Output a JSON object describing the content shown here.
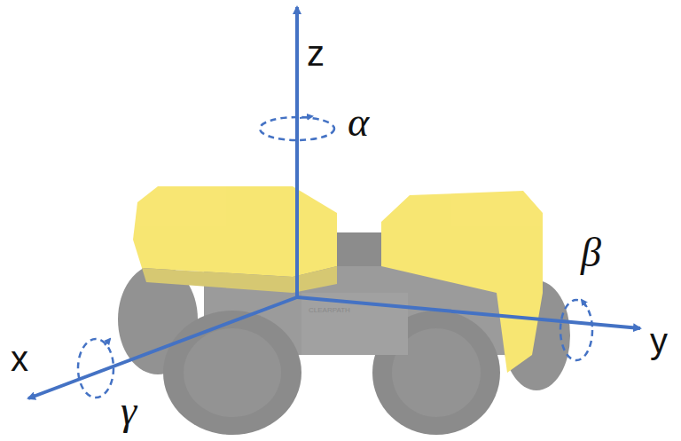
{
  "diagram": {
    "labels": [
      "z",
      "α",
      "β",
      "y",
      "x",
      "γ",
      "CLEARPATH"
    ]
  }
}
